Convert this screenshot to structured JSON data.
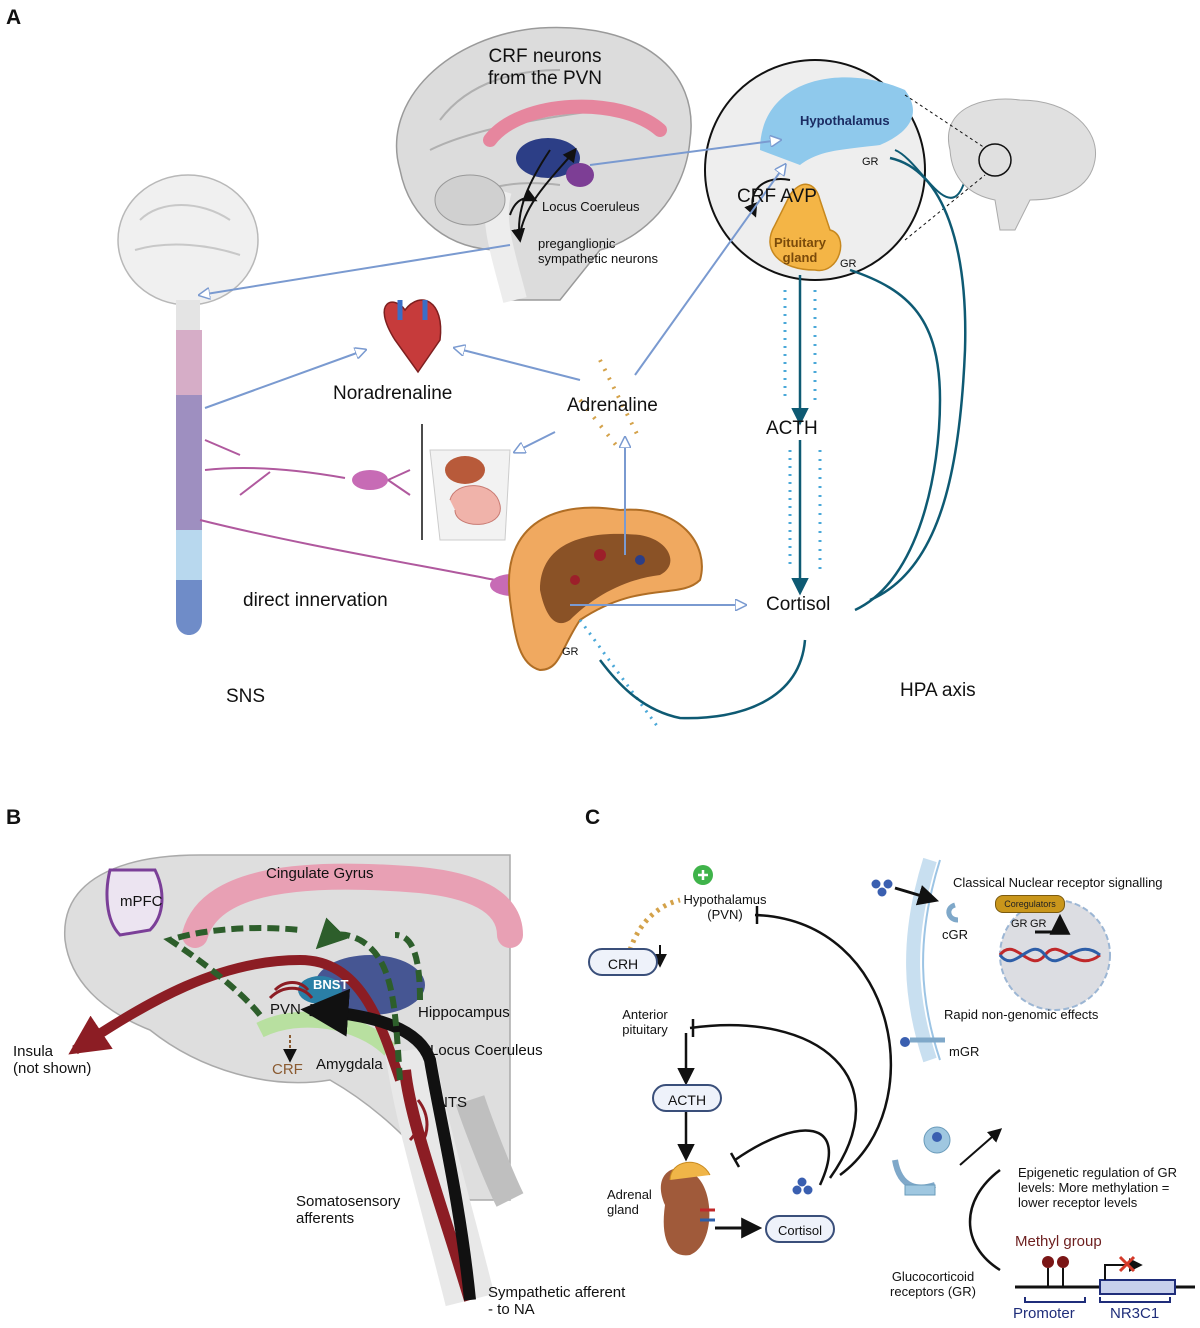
{
  "panel_labels": {
    "a": "A",
    "b": "B",
    "c": "C"
  },
  "panel_a": {
    "crf_neurons": "CRF neurons\nfrom the PVN",
    "locus_coeruleus": "Locus Coeruleus",
    "preganglionic": "preganglionic\nsympathetic neurons",
    "hypothalamus": "Hypothalamus",
    "crf_avp": "CRF AVP",
    "pituitary": "Pituitary\ngland",
    "gr": "GR",
    "noradrenaline": "Noradrenaline",
    "adrenaline": "Adrenaline",
    "acth": "ACTH",
    "cortisol": "Cortisol",
    "direct_innervation": "direct innervation",
    "sns": "SNS",
    "hpa_axis": "HPA axis"
  },
  "panel_b": {
    "cingulate_gyrus": "Cingulate Gyrus",
    "mpfc": "mPFC",
    "bnst": "BNST",
    "pvn": "PVN",
    "hippocampus": "Hippocampus",
    "locus_coeruleus": "Locus Coeruleus",
    "amygdala": "Amygdala",
    "crf": "CRF",
    "nts": "NTS",
    "insula": "Insula\n(not shown)",
    "somatosensory": "Somatosensory\nafferents",
    "sympathetic_afferent": "Sympathetic afferent\n- to NA"
  },
  "panel_c": {
    "hypothalamus": "Hypothalamus\n(PVN)",
    "crh": "CRH",
    "anterior_pituitary": "Anterior\npituitary",
    "acth": "ACTH",
    "adrenal_gland": "Adrenal\ngland",
    "cortisol": "Cortisol",
    "classical": "Classical Nuclear receptor signalling",
    "coregulators": "Coregulators",
    "gr": "GR",
    "cgr": "cGR",
    "rapid": "Rapid non-genomic effects",
    "mgr": "mGR",
    "epigenetic": "Epigenetic regulation of GR\nlevels: More methylation =\nlower receptor levels",
    "methyl_group": "Methyl group",
    "glucocorticoid": "Glucocorticoid\nreceptors (GR)",
    "promoter": "Promoter",
    "nr3c1": "NR3C1"
  },
  "colors": {
    "hypothalamus_blue": "#8fc9ec",
    "pituitary_orange": "#f4b546",
    "hpa_teal": "#0e5a73",
    "sns_pink": "#b48fb0",
    "sns_blue": "#7e8fc4",
    "cingulate_pink": "#e8a0b4",
    "afferent_red": "#8c1d24",
    "dashed_green": "#2d5e2b",
    "arrow_outline_blue": "#7a9ad0"
  }
}
